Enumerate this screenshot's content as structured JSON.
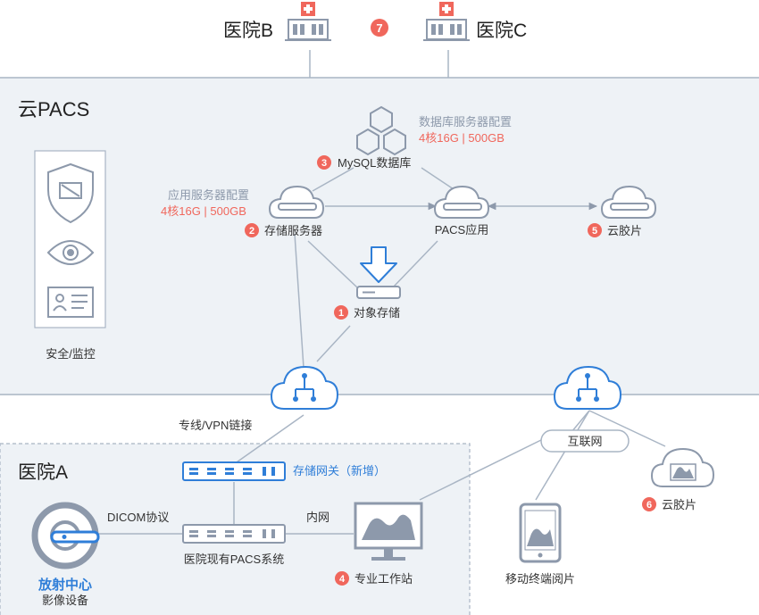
{
  "hospitals": {
    "b": "医院B",
    "c": "医院C",
    "a": "医院A",
    "badge_7": "7"
  },
  "cloud_pacs": {
    "title": "云PACS",
    "security_label": "安全/监控"
  },
  "nodes": {
    "db_config_title": "数据库服务器配置",
    "db_config_spec": "4核16G | 500GB",
    "mysql_badge": "3",
    "mysql_label": "MySQL数据库",
    "app_config_title": "应用服务器配置",
    "app_config_spec": "4核16G | 500GB",
    "storage_server_badge": "2",
    "storage_server_label": "存储服务器",
    "pacs_app_label": "PACS应用",
    "cloud_film_badge": "5",
    "cloud_film_label": "云胶片",
    "object_storage_badge": "1",
    "object_storage_label": "对象存储"
  },
  "links": {
    "vpn": "专线/VPN链接",
    "internet": "互联网",
    "intranet": "内网",
    "dicom": "DICOM协议"
  },
  "hospital_a": {
    "gateway_label": "存储网关（新增）",
    "existing_pacs": "医院现有PACS系统",
    "radiology_line1": "放射中心",
    "radiology_line2": "影像设备",
    "workstation_badge": "4",
    "workstation_label": "专业工作站"
  },
  "external": {
    "mobile_label": "移动终端阅片",
    "cloud_film_badge": "6",
    "cloud_film_label": "云胶片"
  },
  "colors": {
    "accent_red": "#f0675c",
    "accent_blue": "#2f7ed8",
    "icon_gray": "#8d99ab",
    "band_bg": "#eef2f6",
    "line_gray": "#a9b5c4"
  }
}
